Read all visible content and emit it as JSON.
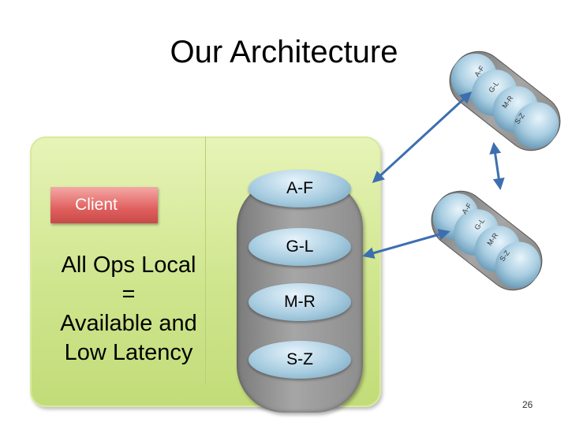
{
  "title": "Our Architecture",
  "client_label": "Client",
  "claim_lines": [
    "All Ops Local",
    "=",
    "Available and",
    "Low Latency"
  ],
  "server_shards": [
    "A-F",
    "G-L",
    "M-R",
    "S-Z"
  ],
  "replica_top_shards": [
    "A-F",
    "G-L",
    "M-R",
    "S-Z"
  ],
  "replica_mid_shards": [
    "A-F",
    "G-L",
    "M-R",
    "S-Z"
  ],
  "page_number": "26",
  "colors": {
    "panel": "#cfe58d",
    "client": "#e0605e",
    "server": "#8d8d8d",
    "shard": "#a7cce0",
    "arrow": "#3d6fb0"
  }
}
